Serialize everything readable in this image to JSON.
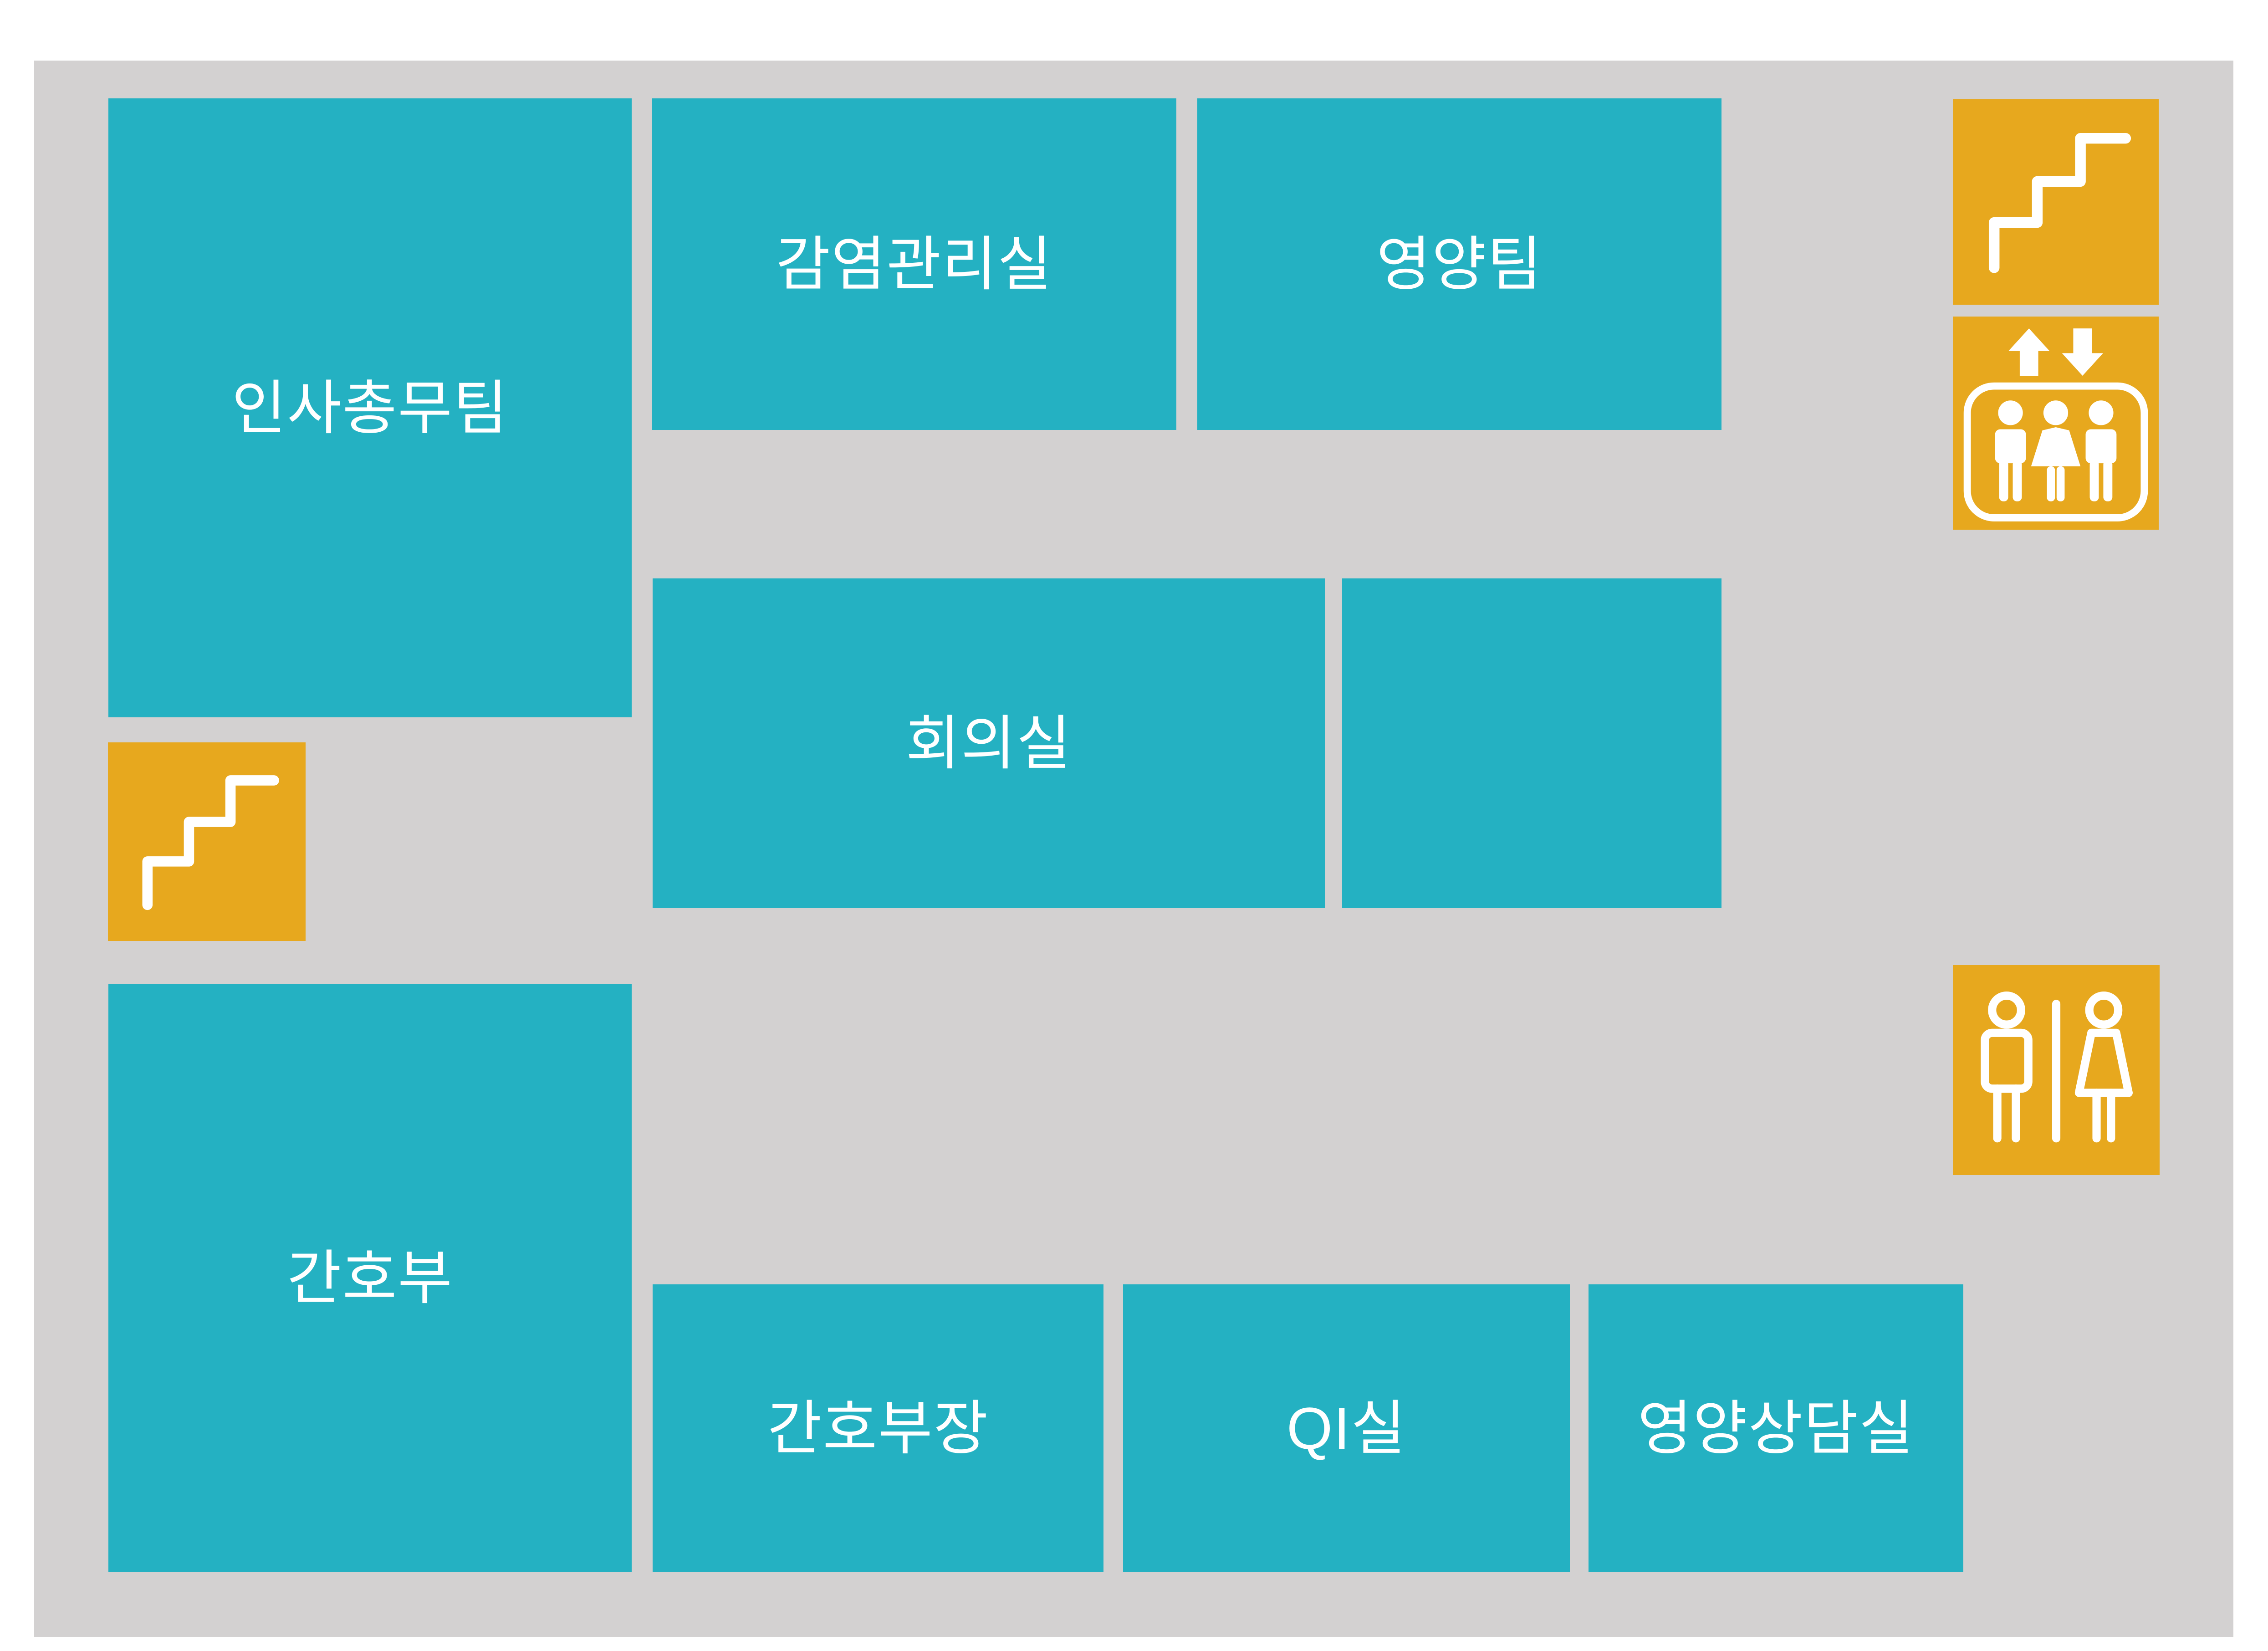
{
  "colors": {
    "page-bg": "#ffffff",
    "floor-bg": "#d3d1d1",
    "room-bg": "#24b1c2",
    "icon-bg": "#e7a81e",
    "label-color": "#ffffff"
  },
  "rooms": {
    "insa": {
      "label": "인사총무팀"
    },
    "infection": {
      "label": "감염관리실"
    },
    "nutrition": {
      "label": "영양팀"
    },
    "meeting": {
      "label": "회의실"
    },
    "unlabeled": {
      "label": ""
    },
    "nursing": {
      "label": "간호부"
    },
    "head_nurse": {
      "label": "간호부장"
    },
    "qi": {
      "label": "QI실"
    },
    "nutrition_counsel": {
      "label": "영양상담실"
    }
  },
  "icons": {
    "stairs_top": "stairs",
    "elevator": "elevator",
    "stairs_left": "stairs",
    "restroom": "restroom"
  }
}
